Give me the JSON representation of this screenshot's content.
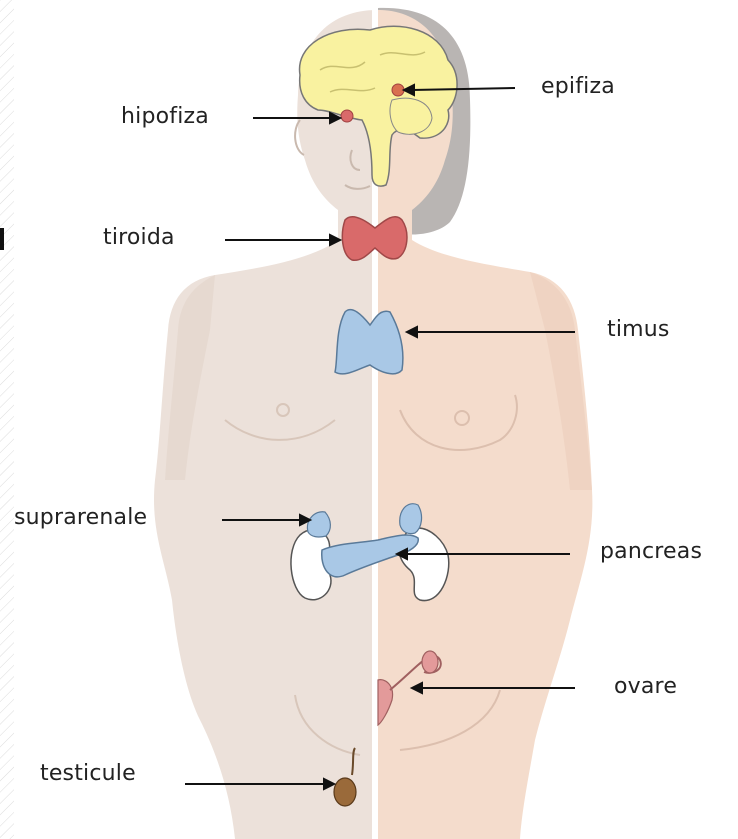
{
  "labels": {
    "epifiza": "epifiza",
    "hipofiza": "hipofiza",
    "tiroida": "tiroida",
    "timus": "timus",
    "suprarenale": "suprarenale",
    "pancreas": "pancreas",
    "ovare": "ovare",
    "testicule": "testicule"
  },
  "colors": {
    "body_male": "#ece1da",
    "body_female": "#f4dccc",
    "brain": "#f9f2a0",
    "thyroid": "#d96a6a",
    "gland_blue": "#a9c8e6",
    "kidney": "#ffffff",
    "ovary": "#e39a9a",
    "testis": "#9a6a3a",
    "hair": "#b9b5b3",
    "outline": "#555555"
  }
}
